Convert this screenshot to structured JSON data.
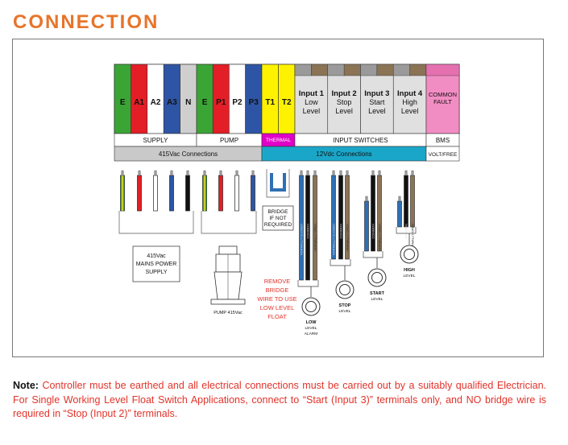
{
  "title": "CONNECTION",
  "terminals": {
    "supply": [
      {
        "label": "E",
        "color": "#3aa535"
      },
      {
        "label": "A1",
        "color": "#e41e26"
      },
      {
        "label": "A2",
        "color": "#ffffff"
      },
      {
        "label": "A3",
        "color": "#2e55a5"
      },
      {
        "label": "N",
        "color": "#cfcfcf"
      }
    ],
    "pump": [
      {
        "label": "E",
        "color": "#3aa535"
      },
      {
        "label": "P1",
        "color": "#e41e26"
      },
      {
        "label": "P2",
        "color": "#ffffff"
      },
      {
        "label": "P3",
        "color": "#2e55a5"
      }
    ],
    "thermal": [
      {
        "label": "T1",
        "color": "#fff200"
      },
      {
        "label": "T2",
        "color": "#fff200"
      }
    ],
    "inputs": [
      {
        "line1": "Input 1",
        "line2": "Low",
        "line3": "Level"
      },
      {
        "line1": "Input 2",
        "line2": "Stop",
        "line3": "Level"
      },
      {
        "line1": "Input 3",
        "line2": "Start",
        "line3": "Level"
      },
      {
        "line1": "Input 4",
        "line2": "High",
        "line3": "Level"
      }
    ],
    "bms": {
      "line1": "COMMON",
      "line2": "FAULT"
    }
  },
  "group_labels": {
    "supply": "SUPPLY",
    "pump": "PUMP",
    "thermal": "THERMAL",
    "input_switches": "INPUT SWITCHES",
    "bms": "BMS",
    "v415": "415Vac Connections",
    "v12": "12Vdc Connections",
    "voltfree": "VOLT/FREE"
  },
  "wire_labels": {
    "common": "COMMON",
    "normally_closed": "NORMALLY CLOSED",
    "normally_open": "NORMALLY OPEN"
  },
  "boxes": {
    "mains_line1": "415Vac",
    "mains_line2": "MAINS POWER",
    "mains_line3": "SUPPLY",
    "bridge_line1": "BRIDGE",
    "bridge_line2": "IF NOT",
    "bridge_line3": "REQUIRED"
  },
  "pump_label": "PUMP 415Vac",
  "remove_note": [
    "REMOVE",
    "BRIDGE",
    "WIRE TO USE",
    "LOW LEVEL",
    "FLOAT"
  ],
  "floats": [
    {
      "line1": "LOW",
      "line2": "LEVEL",
      "line3": "ALARM"
    },
    {
      "line1": "STOP",
      "line2": "LEVEL"
    },
    {
      "line1": "START",
      "line2": "LEVEL"
    },
    {
      "line1": "HIGH",
      "line2": "LEVEL"
    }
  ],
  "note": {
    "prefix": "Note:",
    "text": " Controller must be earthed and all electrical connections must be carried out by a suitably qualified Electrician. For Single Working Level Float Switch Applications, connect to “Start (Input 3)” terminals only, and NO bridge wire is required in “Stop (Input 2)” terminals."
  },
  "colors": {
    "accent": "#e8742b",
    "thermal_band": "#e000c8",
    "v12_band": "#1aa6c8",
    "bms": "#f28dc4",
    "input_header": "#b4b4b4",
    "input_body": "#e0e0e0",
    "brown": "#8b7355",
    "blue_wire": "#2f6fb3",
    "note_red": "#e2332a"
  }
}
